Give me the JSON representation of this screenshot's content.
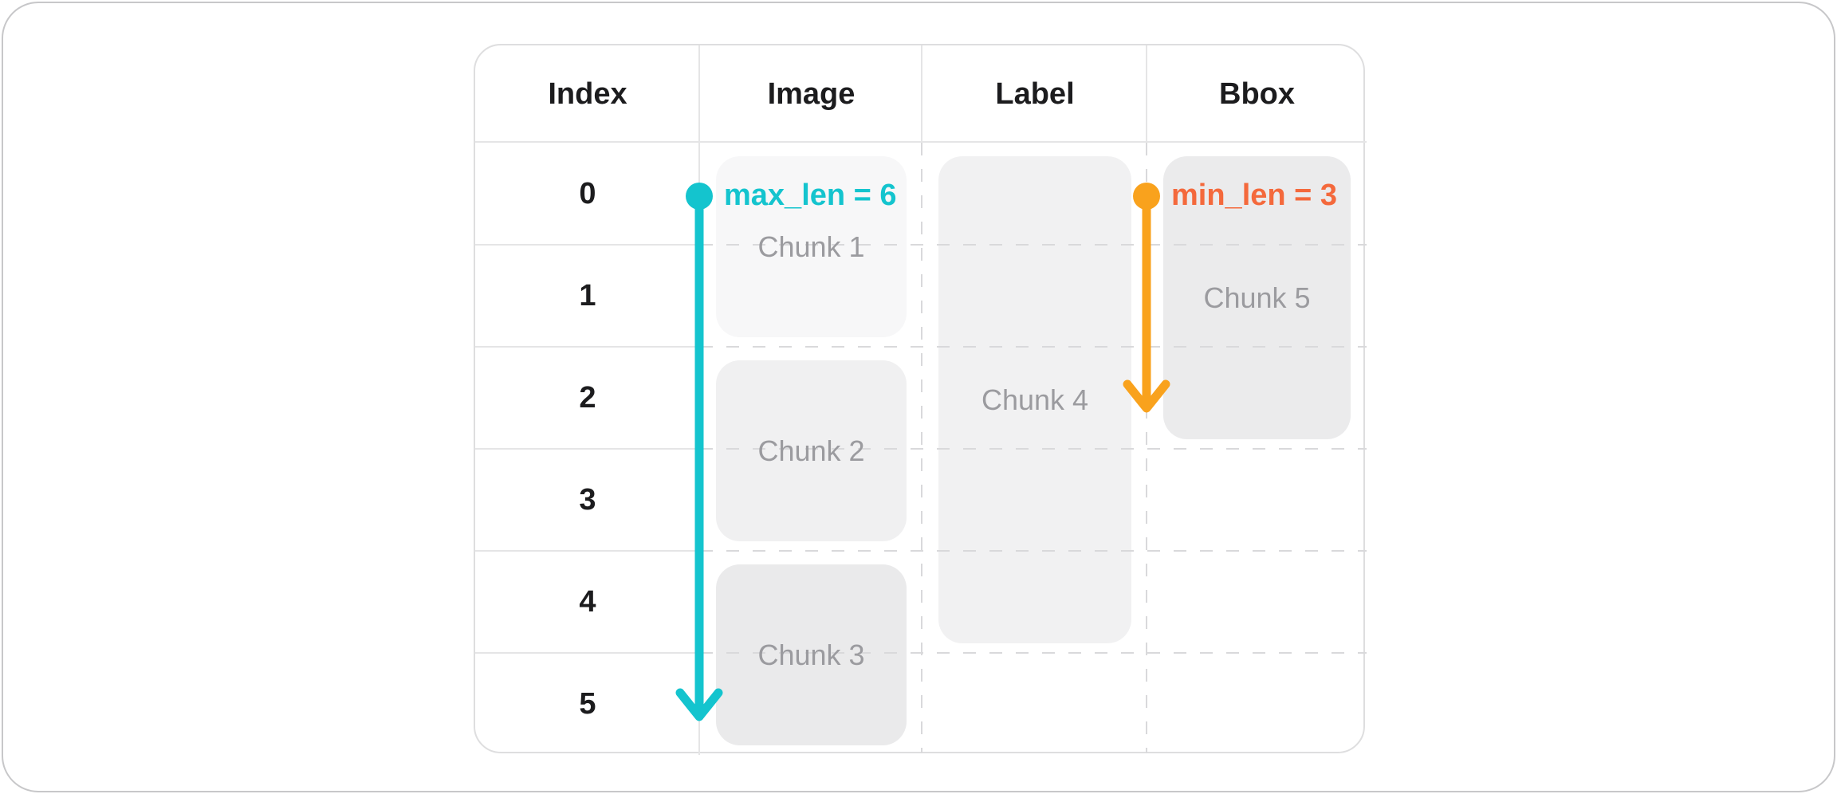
{
  "table": {
    "columns": [
      "Index",
      "Image",
      "Label",
      "Bbox"
    ],
    "row_indices": [
      "0",
      "1",
      "2",
      "3",
      "4",
      "5"
    ],
    "chunks": [
      {
        "label": "Chunk 1",
        "column": "Image",
        "rows": "0-1"
      },
      {
        "label": "Chunk 2",
        "column": "Image",
        "rows": "2-3"
      },
      {
        "label": "Chunk 3",
        "column": "Image",
        "rows": "4-5"
      },
      {
        "label": "Chunk 4",
        "column": "Label",
        "rows": "0-4"
      },
      {
        "label": "Chunk 5",
        "column": "Bbox",
        "rows": "0-2"
      }
    ],
    "annotations": [
      {
        "label": "max_len = 6",
        "value": 6,
        "rows_spanned": "0-5",
        "color": "#14C4CE"
      },
      {
        "label": "min_len = 3",
        "value": 3,
        "rows_spanned": "0-2",
        "arrow_color": "#F9A21D",
        "text_color": "#F4693C"
      }
    ]
  },
  "colors": {
    "cyan": "#14C4CE",
    "orange": "#F9A21D",
    "coral": "#F4693C",
    "text-dark": "#1C1C1E",
    "text-gray": "#9B9B9F",
    "line-solid": "#E5E5E6",
    "line-dashed": "#D9D9DB",
    "table-border": "#DEDEDF",
    "card-border": "#C7C7C9",
    "c1": "#F7F7F8",
    "c2": "#F0F0F1",
    "c3": "#EAEAEB",
    "c4": "#F1F1F2",
    "c5": "#EBEBEC"
  }
}
